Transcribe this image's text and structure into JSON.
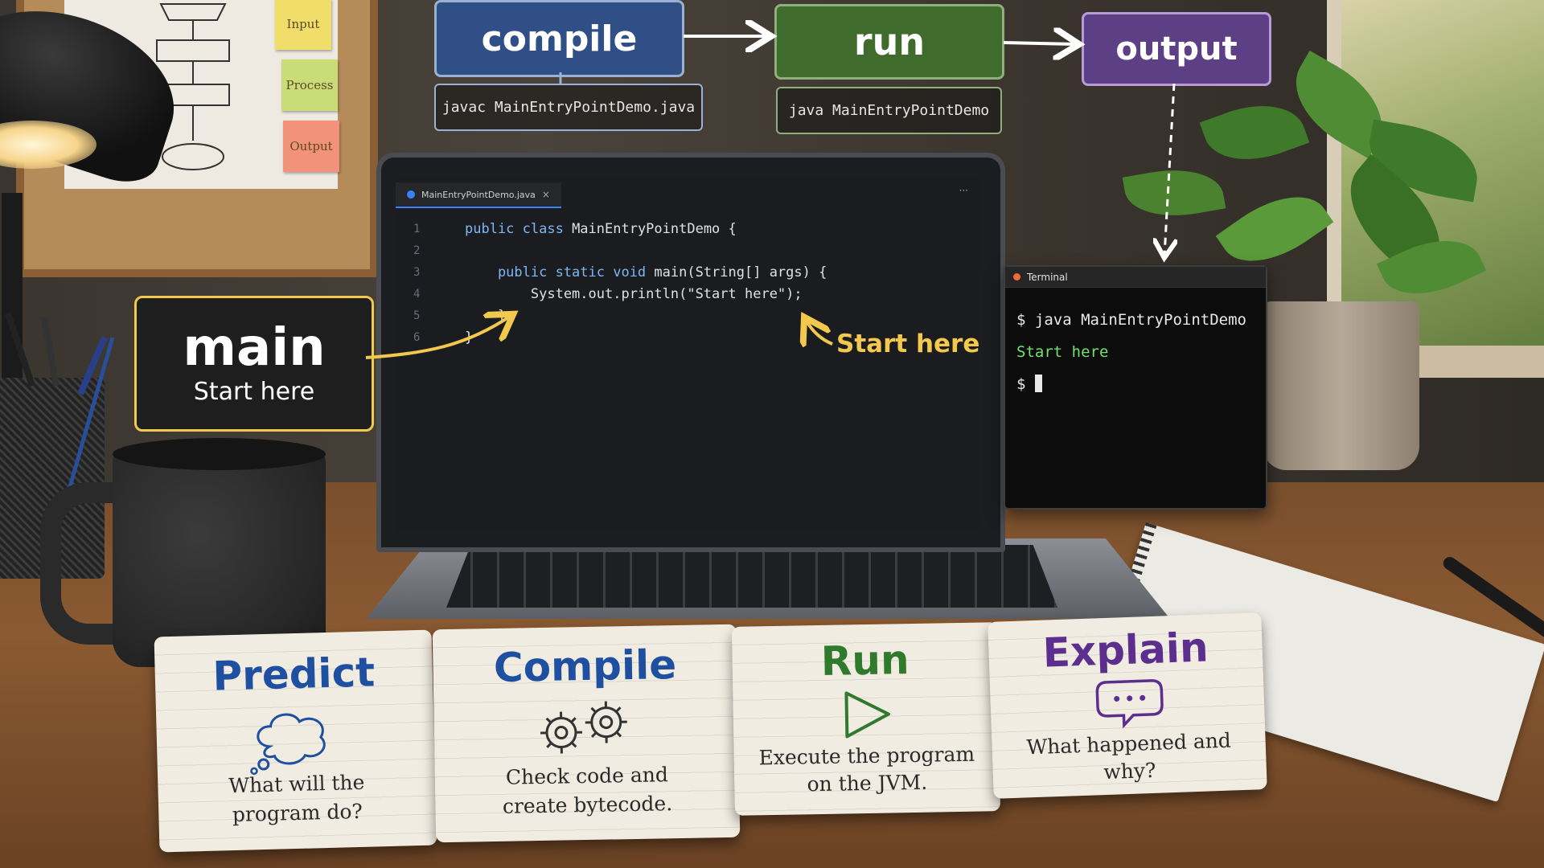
{
  "flow": {
    "compile_label": "compile",
    "run_label": "run",
    "output_label": "output",
    "compile_cmd": "javac MainEntryPointDemo.java",
    "run_cmd": "java MainEntryPointDemo",
    "colors": {
      "compile": "#2f4f86",
      "run": "#3f6b2c",
      "output": "#5c3f85"
    }
  },
  "board": {
    "sticky_input": "Input",
    "sticky_process": "Process",
    "sticky_output": "Output"
  },
  "editor": {
    "tab_label": "MainEntryPointDemo.java",
    "tab_close": "×",
    "menu": "···",
    "line_numbers": [
      "1",
      "2",
      "3",
      "4",
      "5",
      "6"
    ],
    "code_lines": [
      {
        "kw": "public class",
        "rest": " MainEntryPointDemo {"
      },
      {
        "kw": "",
        "rest": ""
      },
      {
        "kw": "    public static void",
        "rest": " main(String[] args) {"
      },
      {
        "kw": "",
        "rest": "        System.out.println(\"Start here\");"
      },
      {
        "kw": "",
        "rest": "    }"
      },
      {
        "kw": "",
        "rest": "}"
      }
    ]
  },
  "callout": {
    "main_word": "main",
    "main_sub": "Start here",
    "code_note": "Start here",
    "accent": "#f2c94c"
  },
  "terminal": {
    "title": "Terminal",
    "cmd_line": "$ java MainEntryPointDemo",
    "output_line": "Start here",
    "prompt": "$"
  },
  "cards": [
    {
      "title": "Predict",
      "desc1": "What will the",
      "desc2": "program do?",
      "color": "#1f4fa0",
      "icon": "thought-bubble-icon"
    },
    {
      "title": "Compile",
      "desc1": "Check code and",
      "desc2": "create bytecode.",
      "color": "#1f4fa0",
      "icon": "gears-icon"
    },
    {
      "title": "Run",
      "desc1": "Execute the program",
      "desc2": "on the JVM.",
      "color": "#2f7a2c",
      "icon": "play-icon"
    },
    {
      "title": "Explain",
      "desc1": "What happened and",
      "desc2": "why?",
      "color": "#5c2f8f",
      "icon": "chat-bubble-icon"
    }
  ]
}
